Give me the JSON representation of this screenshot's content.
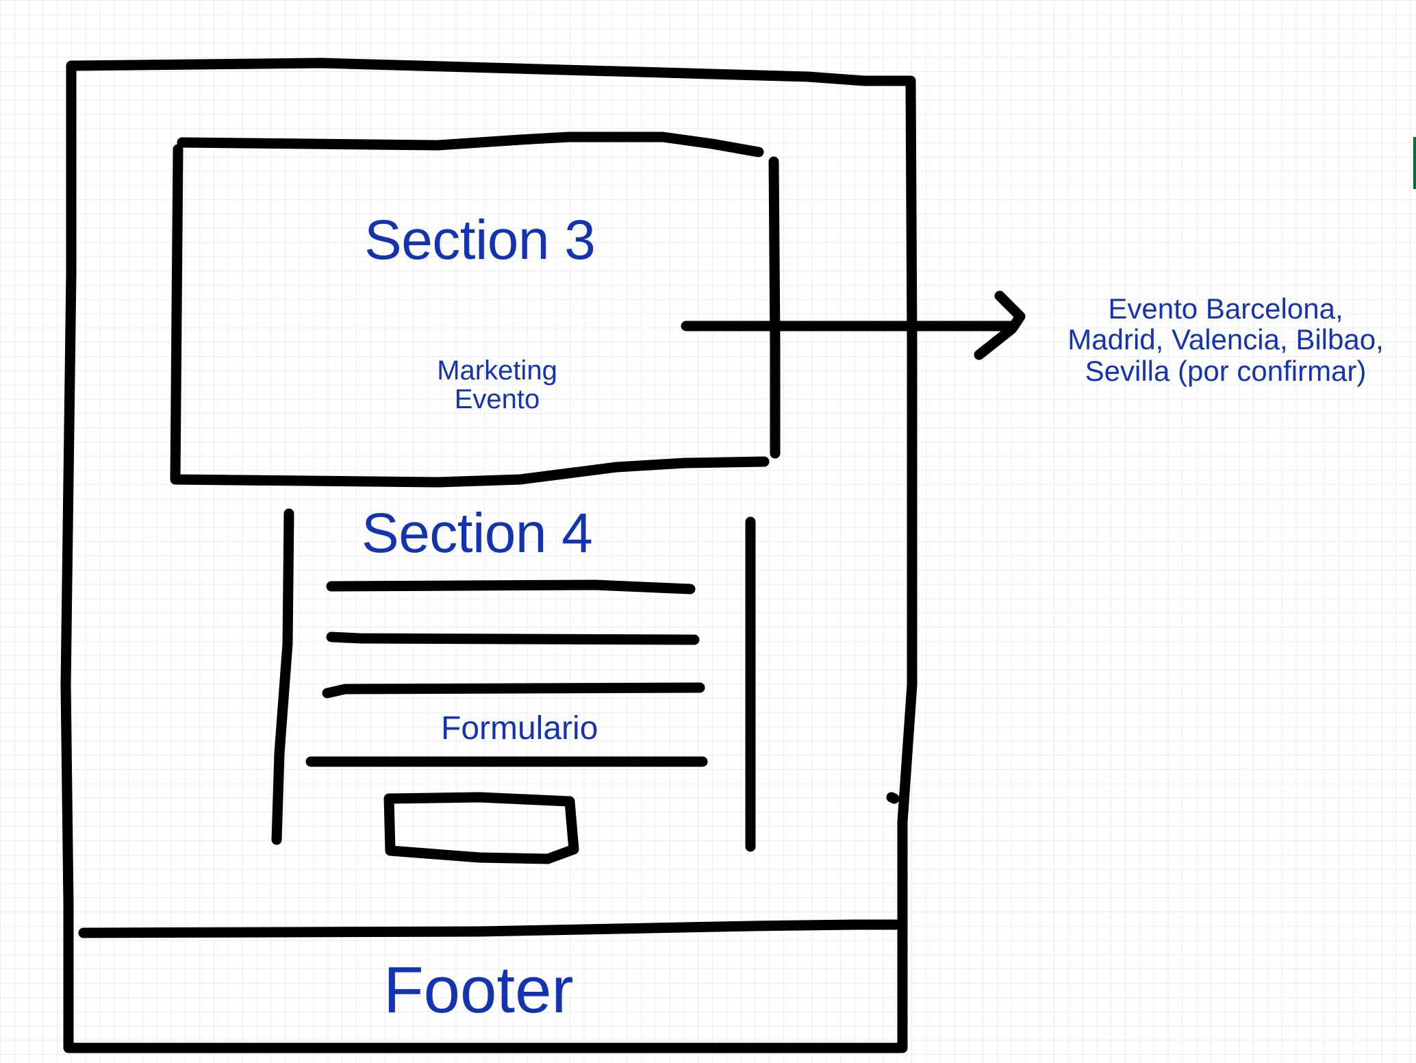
{
  "diagram": {
    "section3": {
      "title": "Section 3",
      "subtitle_line1": "Marketing",
      "subtitle_line2": "Evento"
    },
    "section4": {
      "title": "Section 4",
      "form_label": "Formulario"
    },
    "footer": {
      "label": "Footer"
    },
    "annotation": {
      "line1": "Evento Barcelona,",
      "line2": "Madrid, Valencia, Bilbao,",
      "line3": "Sevilla (por confirmar)"
    },
    "colors": {
      "ink": "#000000",
      "text": "#1433b0",
      "grid": "#e9ecec"
    }
  }
}
